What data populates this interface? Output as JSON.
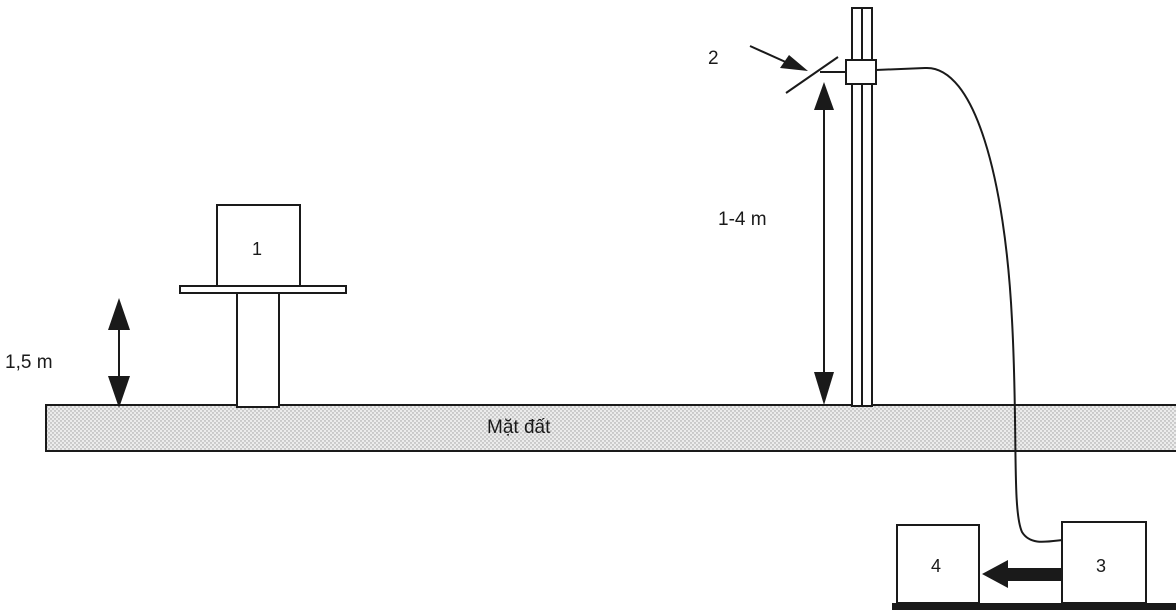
{
  "labels": {
    "ground": "Mặt đất",
    "height_left": "1,5 m",
    "height_right": "1-4 m",
    "item_1": "1",
    "item_2": "2",
    "item_3": "3",
    "item_4": "4"
  },
  "colors": {
    "ink": "#1a1a1a",
    "ground_fill": "#ececec",
    "ground_dot": "#9a9a9a",
    "box_fill": "#ffffff"
  }
}
